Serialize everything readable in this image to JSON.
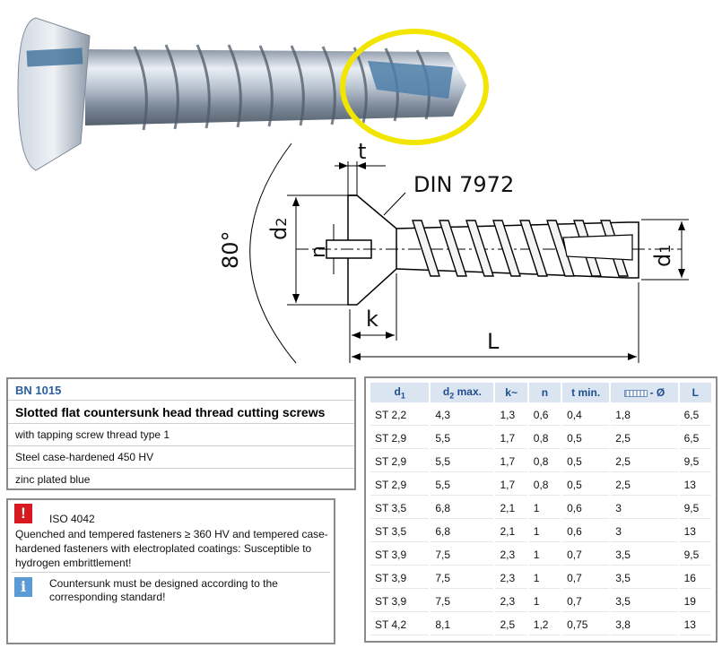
{
  "drawing": {
    "standard_label": "DIN 7972",
    "dims": {
      "t": "t",
      "d2": "d",
      "d2_sub": "2",
      "n": "n",
      "angle": "80°",
      "d1": "d",
      "d1_sub": "1",
      "k": "k",
      "L": "L"
    }
  },
  "info": {
    "code": "BN 1015",
    "name": "Slotted flat countersunk head thread cutting screws",
    "props": [
      "with tapping screw thread type 1",
      "Steel case-hardened 450 HV",
      "zinc plated blue"
    ]
  },
  "notes": {
    "iso": "ISO 4042",
    "hydrogen": "Quenched and tempered fasteners ≥ 360 HV and tempered case-hardened fasteners with electroplated coatings: Susceptible to hydrogen embrittlement!",
    "countersunk": "Countersunk must be designed according to the corresponding standard!"
  },
  "table": {
    "headers": [
      "d1",
      "d2 max.",
      "k~",
      "n",
      "t min.",
      "- Ø",
      "L"
    ],
    "rows": [
      [
        "ST 2,2",
        "4,3",
        "1,3",
        "0,6",
        "0,4",
        "1,8",
        "6,5"
      ],
      [
        "ST 2,9",
        "5,5",
        "1,7",
        "0,8",
        "0,5",
        "2,5",
        "6,5"
      ],
      [
        "ST 2,9",
        "5,5",
        "1,7",
        "0,8",
        "0,5",
        "2,5",
        "9,5"
      ],
      [
        "ST 2,9",
        "5,5",
        "1,7",
        "0,8",
        "0,5",
        "2,5",
        "13"
      ],
      [
        "ST 3,5",
        "6,8",
        "2,1",
        "1",
        "0,6",
        "3",
        "9,5"
      ],
      [
        "ST 3,5",
        "6,8",
        "2,1",
        "1",
        "0,6",
        "3",
        "13"
      ],
      [
        "ST 3,9",
        "7,5",
        "2,3",
        "1",
        "0,7",
        "3,5",
        "9,5"
      ],
      [
        "ST 3,9",
        "7,5",
        "2,3",
        "1",
        "0,7",
        "3,5",
        "16"
      ],
      [
        "ST 3,9",
        "7,5",
        "2,3",
        "1",
        "0,7",
        "3,5",
        "19"
      ],
      [
        "ST 4,2",
        "8,1",
        "2,5",
        "1,2",
        "0,75",
        "3,8",
        "13"
      ]
    ]
  },
  "colors": {
    "accent": "#2b5fa0",
    "header_bg": "#dbe5f1",
    "highlight": "#f2e600",
    "warning": "#d71920",
    "info": "#5b9bd5"
  }
}
